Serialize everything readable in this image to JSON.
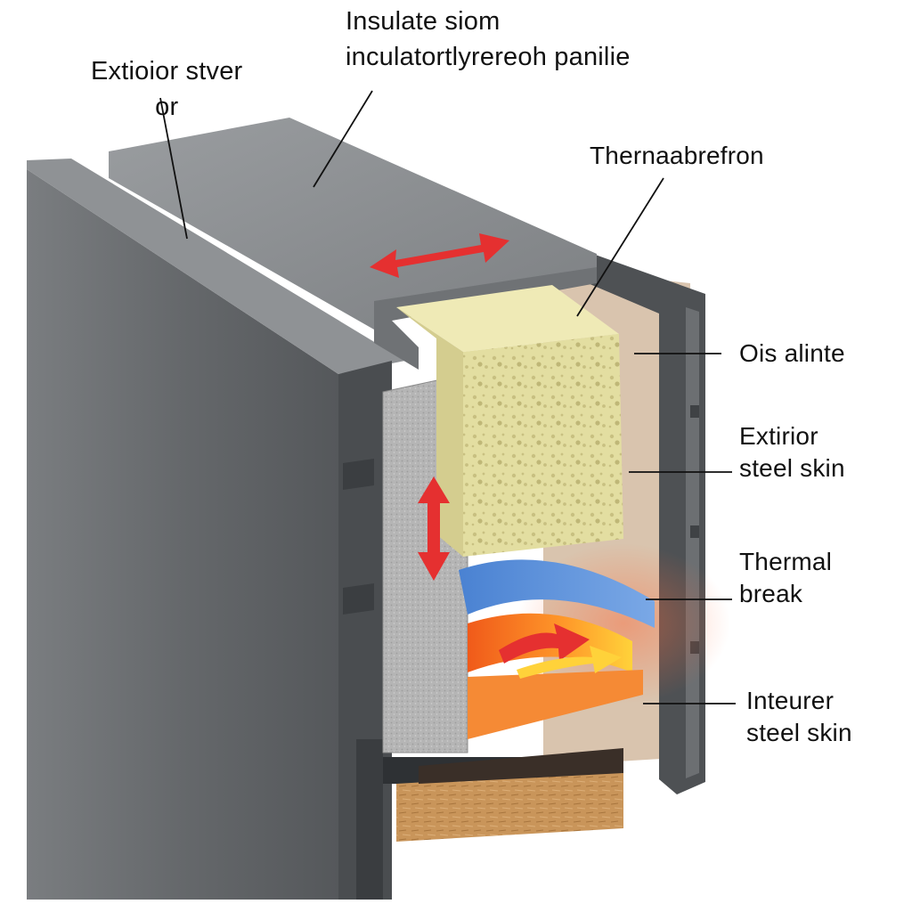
{
  "labels": {
    "top_left": {
      "line1": "Extioior stver",
      "line2": "or"
    },
    "top_center": {
      "line1": "Insulate siom",
      "line2": "inculatortlyrereoh panilie"
    },
    "right_1": {
      "line1": "Thernaabrefron"
    },
    "right_2": {
      "line1": "Ois alinte"
    },
    "right_3": {
      "line1": "Extirior",
      "line2": "steel skin"
    },
    "right_4": {
      "line1": "Thermal",
      "line2": "break"
    },
    "right_5": {
      "line1": "Inteurer",
      "line2": "steel skin"
    }
  },
  "colors": {
    "steel_dark": "#5f6265",
    "steel_light": "#8a8d90",
    "foam_yellow": "#e6e0a6",
    "insulation_gray": "#b8b8b8",
    "thermal_blue": "#5b8fd6",
    "heat_orange": "#f07a2a",
    "heat_yellow": "#ffd23a",
    "wood_fiber": "#c9955a",
    "arrow_red": "#e53030",
    "beige_liner": "#d9c4ae"
  }
}
